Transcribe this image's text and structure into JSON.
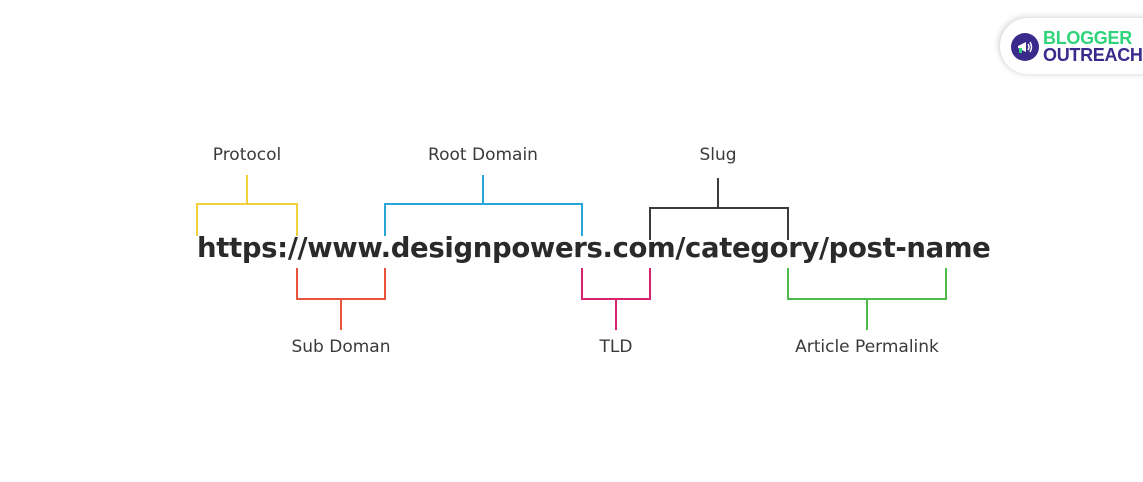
{
  "logo": {
    "line1": "BLOGGER",
    "line2": "OUTREACH",
    "icon": "megaphone-icon",
    "colors": {
      "green": "#2ed47a",
      "purple": "#3a2a8c"
    }
  },
  "url": "https://www.designpowers.com/category/post-name",
  "labels": {
    "protocol": "Protocol",
    "root_domain": "Root Domain",
    "slug": "Slug",
    "sub_domain": "Sub Doman",
    "tld": "TLD",
    "article_permalink": "Article Permalink"
  },
  "colors": {
    "protocol": "#f2d03b",
    "root_domain": "#2aa6d6",
    "slug": "#3a3a3a",
    "sub_domain": "#e8553e",
    "tld": "#d6246e",
    "article_permalink": "#4cbb4c"
  }
}
